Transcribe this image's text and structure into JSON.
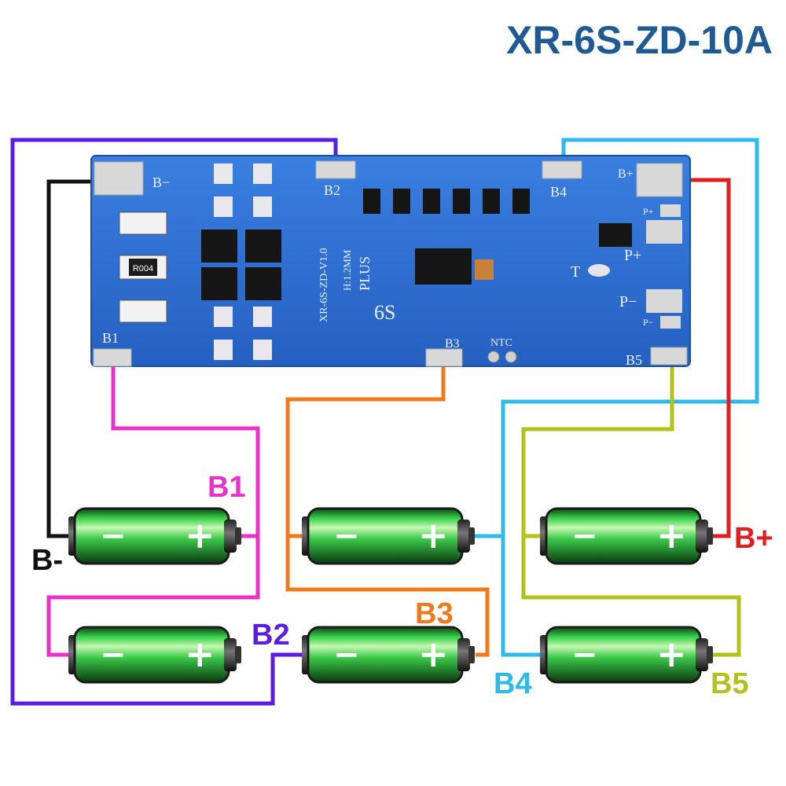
{
  "title": "XR-6S-ZD-10A",
  "board": {
    "pad_labels": {
      "b_minus": "B−",
      "b2": "B2",
      "b4": "B4",
      "b_plus": "B+",
      "b1": "B1",
      "b3": "B3",
      "b5": "B5",
      "p_plus": "P+",
      "p_plus_small": "P+",
      "p_minus": "P−",
      "p_minus_small": "P−",
      "t": "T",
      "ntc": "NTC"
    },
    "silkscreen": {
      "version": "XR-6S-ZD-V1.0",
      "thickness": "H:1.2MM",
      "plus": "PLUS",
      "cells": "6S",
      "resistor": "R004"
    }
  },
  "batteries": {
    "minus_sign": "−",
    "plus_sign": "+"
  },
  "wire_labels": {
    "b_minus": "B-",
    "b1": "B1",
    "b2": "B2",
    "b3": "B3",
    "b4": "B4",
    "b5": "B5",
    "b_plus": "B+"
  },
  "colors": {
    "title": "#1f5a93",
    "pcb": "#2d6fd3",
    "pad": "#d8d8d8",
    "battery": "#2ec24a",
    "b_minus": "#111111",
    "b1": "#e832c8",
    "b2": "#5b1ee0",
    "b3": "#f07a1a",
    "b4": "#2fb8e8",
    "b5": "#b3c21a",
    "b_plus": "#e01e1e"
  }
}
